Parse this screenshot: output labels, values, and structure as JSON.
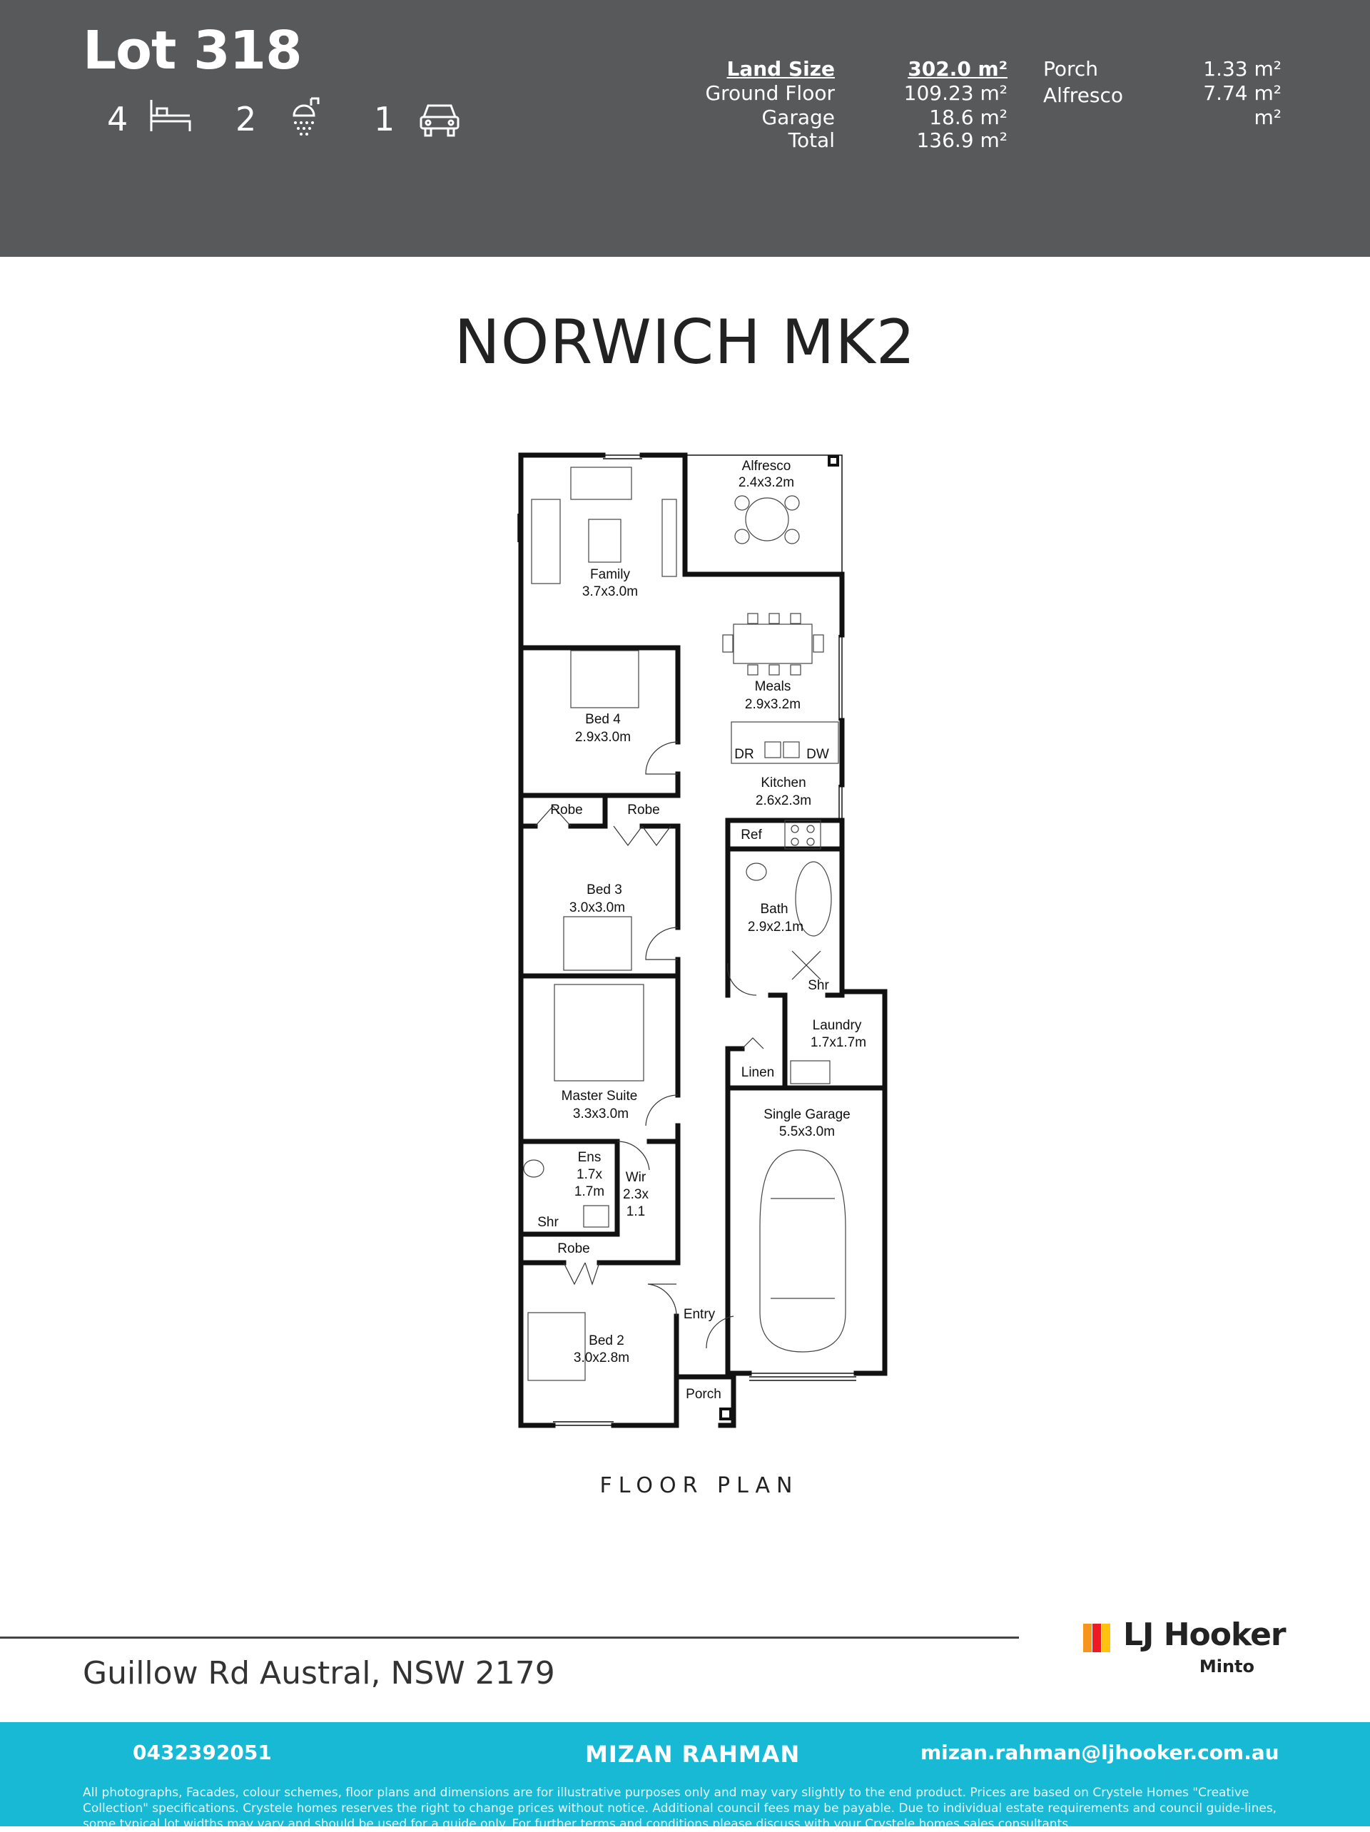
{
  "header": {
    "title": "Lot 318",
    "beds": "4",
    "baths": "2",
    "cars": "1"
  },
  "areas": {
    "land_label": "Land Size",
    "land_value": "302.0 m²",
    "ground_label": "Ground Floor",
    "ground_value": "109.23 m²",
    "garage_label": "Garage",
    "garage_value": "18.6 m²",
    "total_label": "Total",
    "total_value": "136.9 m²",
    "porch_label": "Porch",
    "porch_value": "1.33 m²",
    "alfresco_label": "Alfresco",
    "alfresco_value": "7.74 m²",
    "blank_value": "m²"
  },
  "design_name": "NORWICH MK2",
  "floor_plan": {
    "caption": "FLOOR PLAN",
    "rooms": {
      "alfresco": [
        "Alfresco",
        "2.4x3.2m"
      ],
      "family": [
        "Family",
        "3.7x3.0m"
      ],
      "meals": [
        "Meals",
        "2.9x3.2m"
      ],
      "bed4": [
        "Bed 4",
        "2.9x3.0m"
      ],
      "dr": "DR",
      "dw": "DW",
      "kitchen": [
        "Kitchen",
        "2.6x2.3m"
      ],
      "robe1": "Robe",
      "robe2": "Robe",
      "ref": "Ref",
      "bed3": [
        "Bed 3",
        "3.0x3.0m"
      ],
      "bath": [
        "Bath",
        "2.9x2.1m"
      ],
      "shr1": "Shr",
      "laundry": [
        "Laundry",
        "1.7x1.7m"
      ],
      "linen": "Linen",
      "master": [
        "Master Suite",
        "3.3x3.0m"
      ],
      "garage": [
        "Single Garage",
        "5.5x3.0m"
      ],
      "ens": [
        "Ens",
        "1.7x",
        "1.7m"
      ],
      "wir": [
        "Wir",
        "2.3x",
        "1.1"
      ],
      "shr2": "Shr",
      "robe3": "Robe",
      "entry": "Entry",
      "bed2": [
        "Bed 2",
        "3.0x2.8m"
      ],
      "porch": "Porch"
    }
  },
  "address": "Guillow Rd Austral, NSW 2179",
  "agency": {
    "name": "LJ Hooker",
    "office": "Minto",
    "logo_colors": [
      "#f7941d",
      "#ed1c24",
      "#ffc20e"
    ]
  },
  "footer": {
    "phone": "0432392051",
    "agent": "MIZAN RAHMAN",
    "email": "mizan.rahman@ljhooker.com.au",
    "disclaimer": "All photographs, Facades, colour schemes, floor plans and dimensions are for illustrative purposes only and may vary slightly to the end product. Prices are based on Crystele Homes \"Creative Collection\" specifications. Crystele homes reserves the right to change prices without notice. Additional council fees may be payable. Due to individual estate requirements and council guide-lines, some typical lot widths may vary and should be used for a guide only. For further terms and conditions please discuss with your Crystele homes sales consultants."
  },
  "colors": {
    "header_bg": "#58595b",
    "footer_bg": "#18b9d4"
  }
}
